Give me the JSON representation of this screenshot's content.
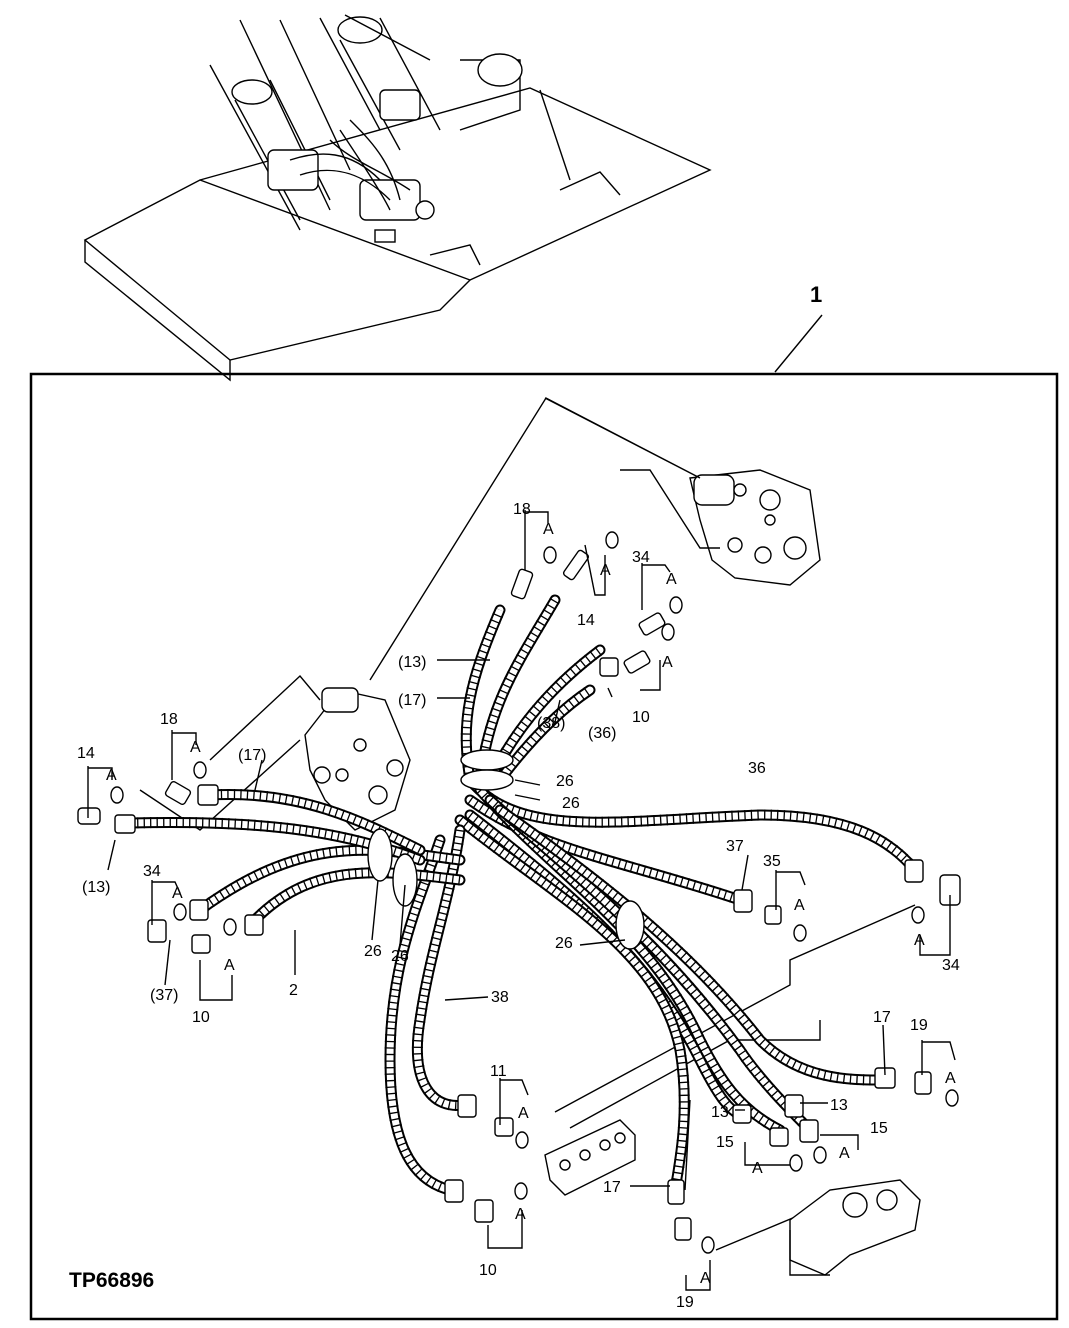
{
  "figure": {
    "id": "TP66896",
    "main_callout": "1"
  },
  "callouts": [
    {
      "key": "c_18_top",
      "text": "18"
    },
    {
      "key": "c_A_18top",
      "text": "A"
    },
    {
      "key": "c_A_14top",
      "text": "A"
    },
    {
      "key": "c_14_top",
      "text": "14"
    },
    {
      "key": "c_34_top",
      "text": "34"
    },
    {
      "key": "c_A_34top",
      "text": "A"
    },
    {
      "key": "c_A_10top",
      "text": "A"
    },
    {
      "key": "c_10_top",
      "text": "10"
    },
    {
      "key": "c_13p_top",
      "text": "(13)"
    },
    {
      "key": "c_17p_top",
      "text": "(17)"
    },
    {
      "key": "c_36p",
      "text": "(36)"
    },
    {
      "key": "c_38p",
      "text": "(38)"
    },
    {
      "key": "c_26_a",
      "text": "26"
    },
    {
      "key": "c_26_b",
      "text": "26"
    },
    {
      "key": "c_36",
      "text": "36"
    },
    {
      "key": "c_18_left",
      "text": "18"
    },
    {
      "key": "c_A_18left",
      "text": "A"
    },
    {
      "key": "c_14_left",
      "text": "14"
    },
    {
      "key": "c_A_14left",
      "text": "A"
    },
    {
      "key": "c_17p_left",
      "text": "(17)"
    },
    {
      "key": "c_13p_left",
      "text": "(13)"
    },
    {
      "key": "c_34_left",
      "text": "34"
    },
    {
      "key": "c_A_34left",
      "text": "A"
    },
    {
      "key": "c_37p",
      "text": "(37)"
    },
    {
      "key": "c_A_10left",
      "text": "A"
    },
    {
      "key": "c_10_left",
      "text": "10"
    },
    {
      "key": "c_2",
      "text": "2"
    },
    {
      "key": "c_26_c",
      "text": "26"
    },
    {
      "key": "c_26_d",
      "text": "26"
    },
    {
      "key": "c_26_e",
      "text": "26"
    },
    {
      "key": "c_37",
      "text": "37"
    },
    {
      "key": "c_35",
      "text": "35"
    },
    {
      "key": "c_A_35",
      "text": "A"
    },
    {
      "key": "c_A_34right",
      "text": "A"
    },
    {
      "key": "c_34_right",
      "text": "34"
    },
    {
      "key": "c_38",
      "text": "38"
    },
    {
      "key": "c_11",
      "text": "11"
    },
    {
      "key": "c_A_11",
      "text": "A"
    },
    {
      "key": "c_A_10bot",
      "text": "A"
    },
    {
      "key": "c_10_bot",
      "text": "10"
    },
    {
      "key": "c_17_bot",
      "text": "17"
    },
    {
      "key": "c_17_right",
      "text": "17"
    },
    {
      "key": "c_19_right",
      "text": "19"
    },
    {
      "key": "c_A_19right",
      "text": "A"
    },
    {
      "key": "c_13_a",
      "text": "13"
    },
    {
      "key": "c_13_b",
      "text": "13"
    },
    {
      "key": "c_15_a",
      "text": "15"
    },
    {
      "key": "c_A_15a",
      "text": "A"
    },
    {
      "key": "c_15_b",
      "text": "15"
    },
    {
      "key": "c_A_15b",
      "text": "A"
    },
    {
      "key": "c_A_19bot",
      "text": "A"
    },
    {
      "key": "c_19_bot",
      "text": "19"
    }
  ]
}
